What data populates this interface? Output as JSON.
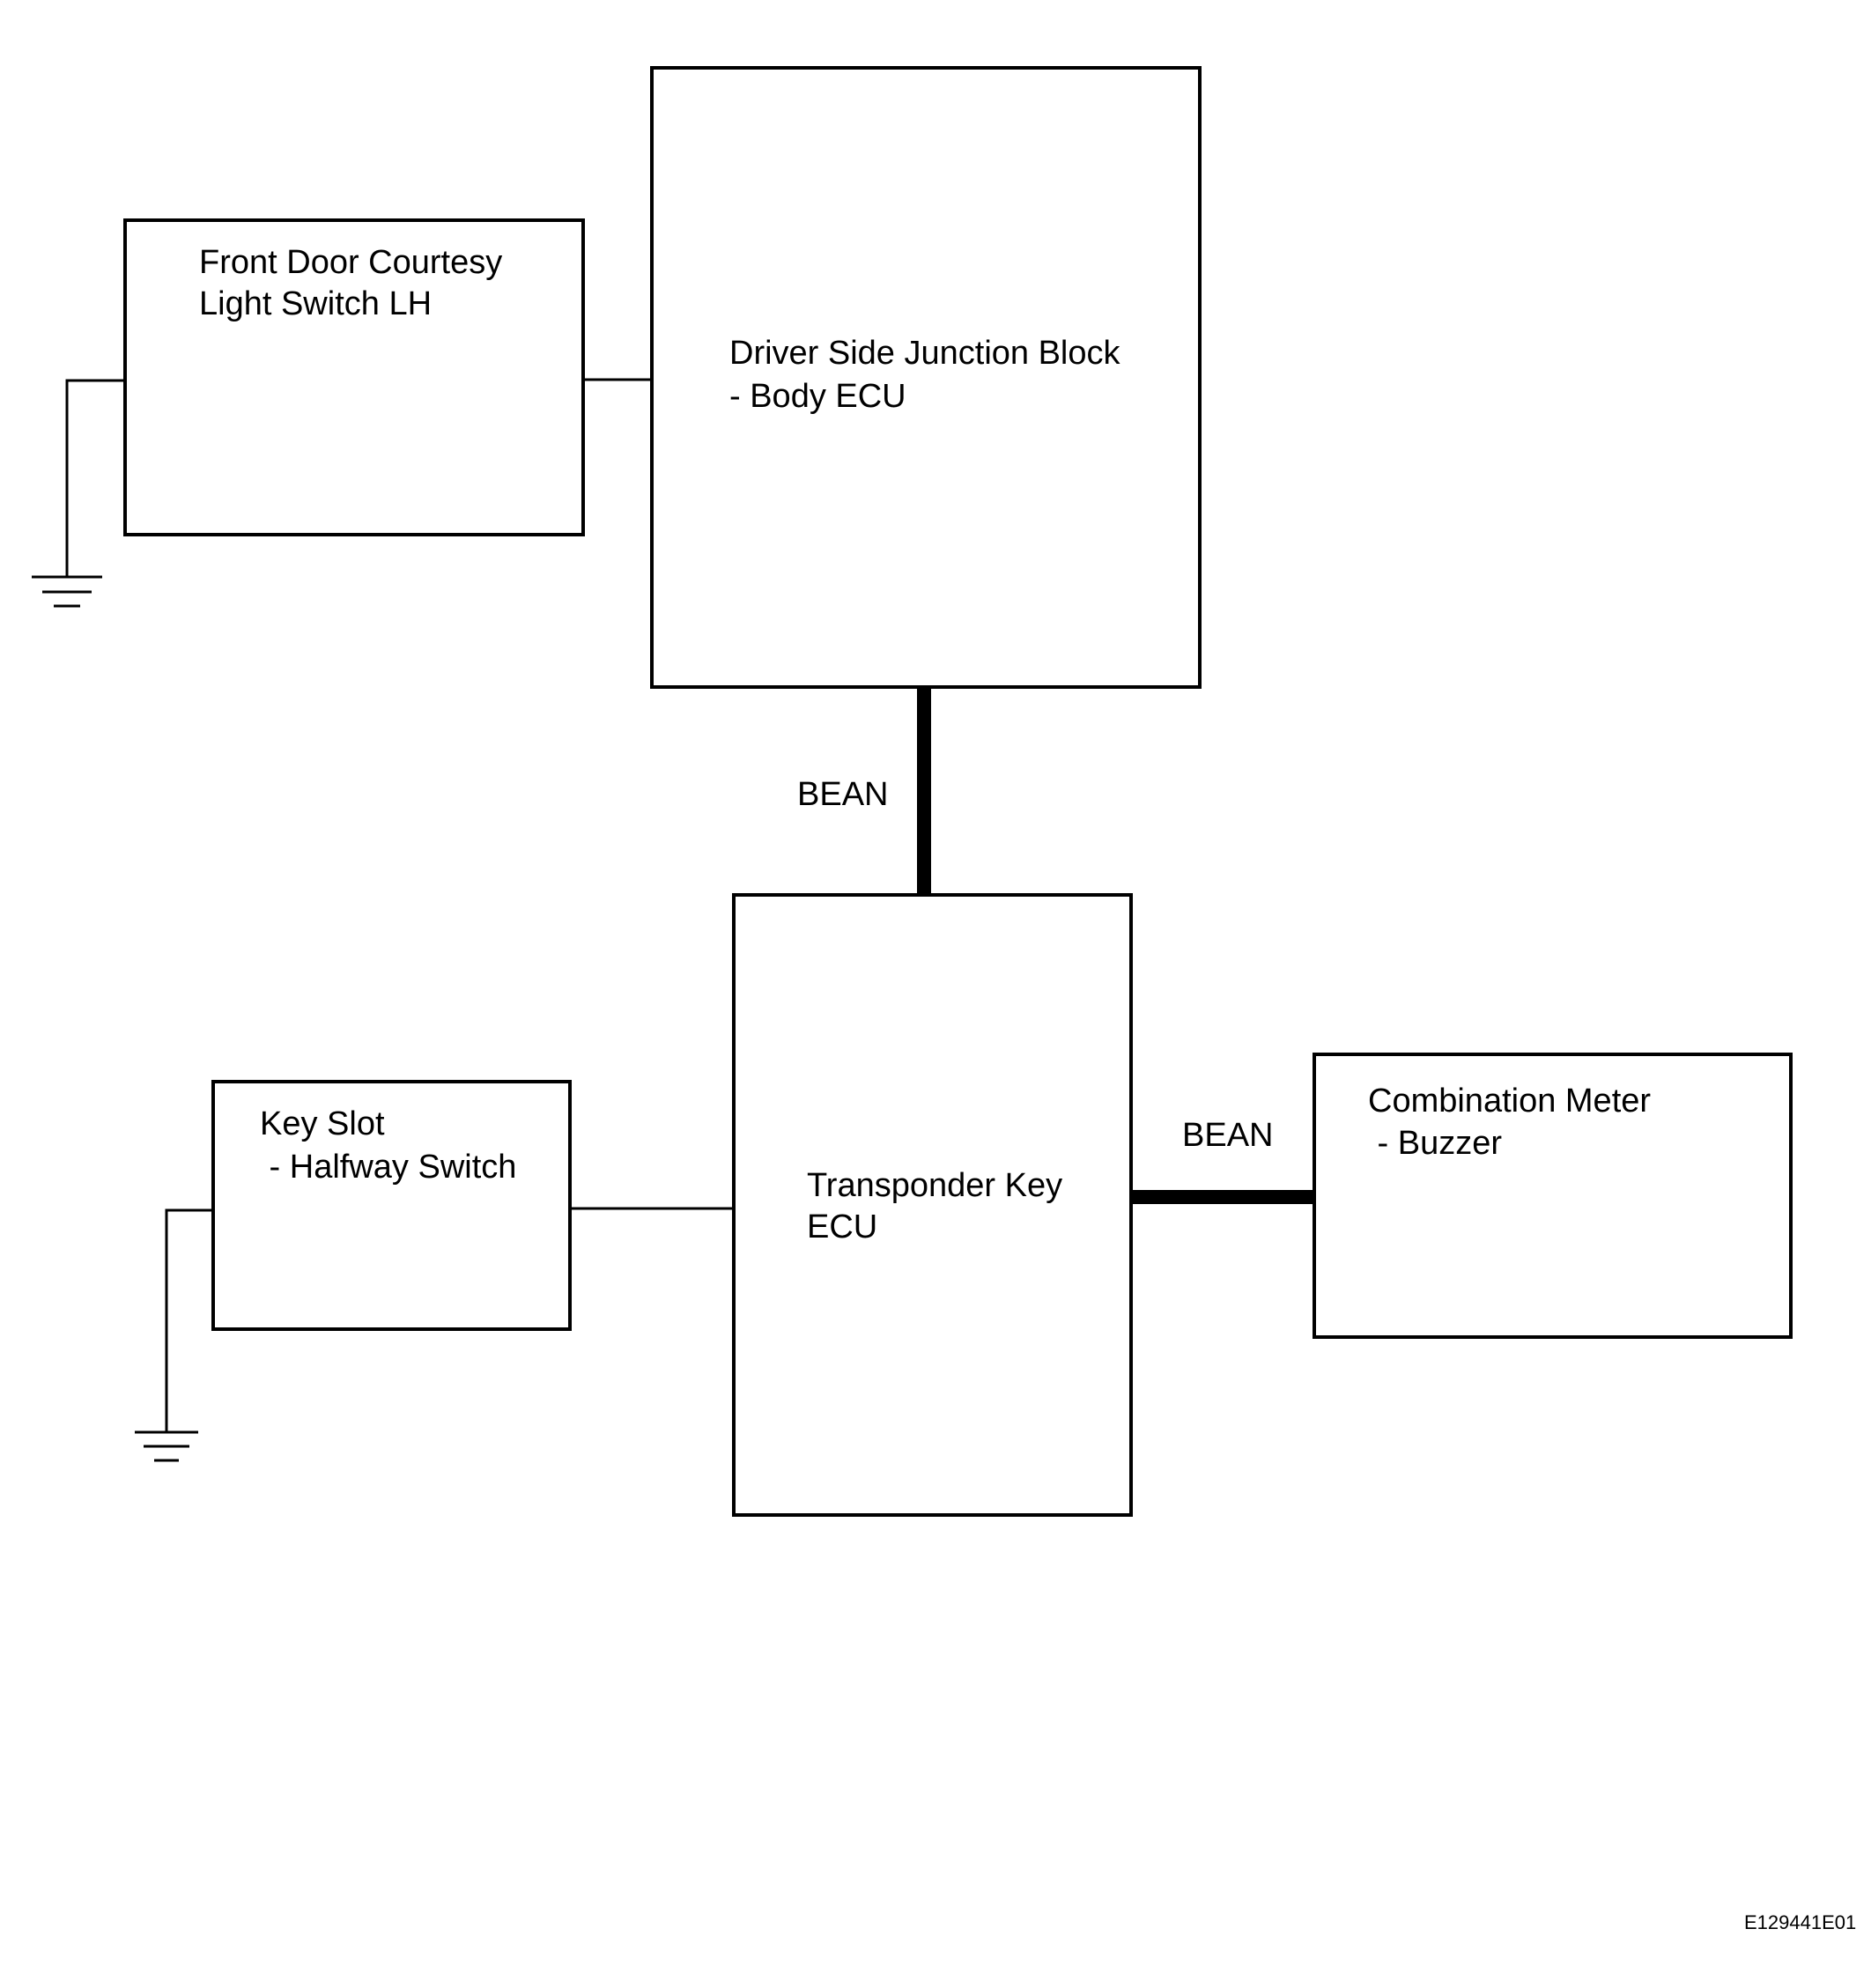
{
  "components": {
    "courtesy_switch": {
      "line1": "Front Door Courtesy",
      "line2": "Light Switch LH"
    },
    "body_ecu": {
      "line1": "Driver Side Junction Block",
      "line2": "- Body ECU"
    },
    "transponder_ecu": {
      "line1": "Transponder Key",
      "line2": "ECU"
    },
    "key_slot": {
      "line1": "Key Slot",
      "line2": " - Halfway Switch"
    },
    "combination_meter": {
      "line1": "Combination Meter",
      "line2": " - Buzzer"
    }
  },
  "buses": {
    "vertical_label": "BEAN",
    "horizontal_label": "BEAN"
  },
  "figure_code": "E129441E01"
}
